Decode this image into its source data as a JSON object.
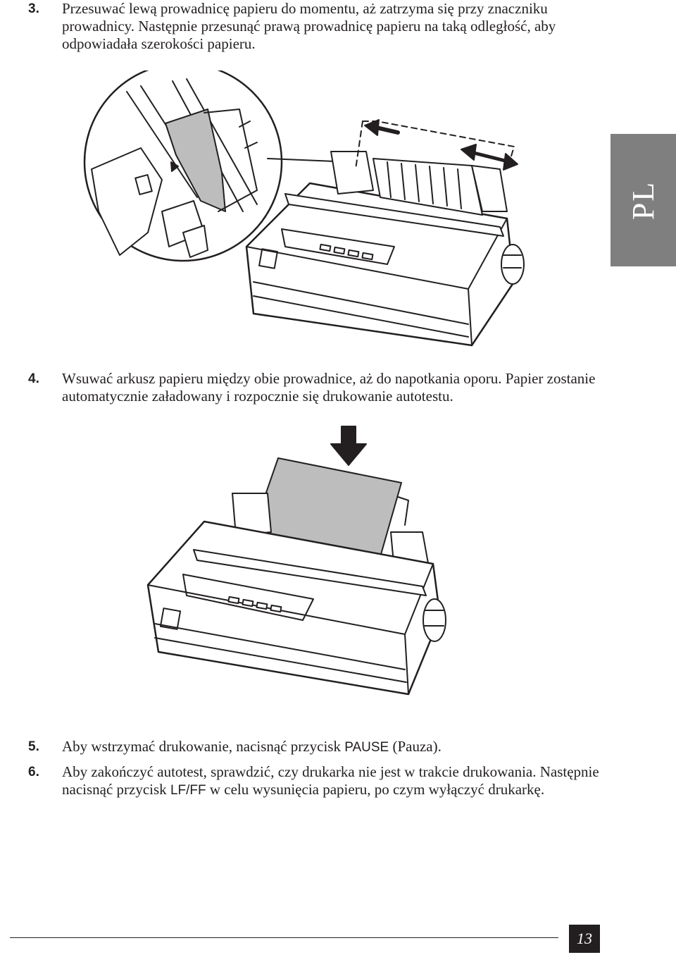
{
  "steps": [
    {
      "num": "3.",
      "text": "Przesuwać lewą prowadnicę papieru do momentu, aż zatrzyma się przy znaczniku prowadnicy. Następnie przesunąć prawą prowadnicę papieru na taką odległość, aby odpowiadała szerokości papieru."
    },
    {
      "num": "4.",
      "text": "Wsuwać arkusz papieru między obie prowadnice, aż do napotkania oporu. Papier zostanie automatycznie załadowany i rozpocznie się drukowanie autotestu."
    },
    {
      "num": "5.",
      "text_before": "Aby wstrzymać drukowanie, nacisnąć przycisk ",
      "key": "PAUSE",
      "text_after": " (Pauza)."
    },
    {
      "num": "6.",
      "text_before": "Aby zakończyć autotest, sprawdzić, czy drukarka nie jest w trakcie drukowania. Następnie nacisnąć przycisk ",
      "key": "LF/FF",
      "text_after": " w celu wysunięcia papieru, po czym wyłączyć drukarkę."
    }
  ],
  "language_tab": "PL",
  "page_number": "13"
}
